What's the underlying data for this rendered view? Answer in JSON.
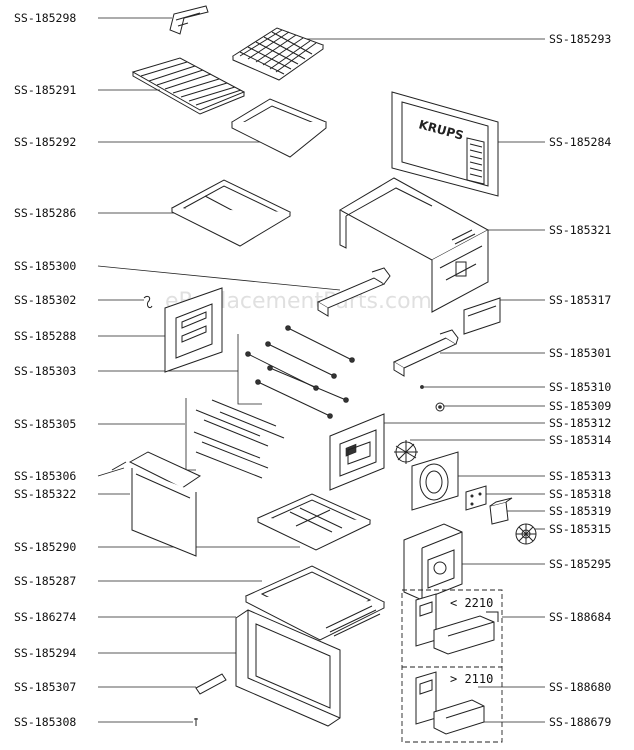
{
  "watermark": "eReplacementParts.com",
  "brand_plate": "KRUPS",
  "variant_labels": [
    "< 2210",
    "> 2110"
  ],
  "part_numbers": {
    "left": [
      "SS-185298",
      "SS-185291",
      "SS-185292",
      "SS-185286",
      "SS-185300",
      "SS-185302",
      "SS-185288",
      "SS-185303",
      "SS-185305",
      "SS-185306",
      "SS-185322",
      "SS-185290",
      "SS-185287",
      "SS-186274",
      "SS-185294",
      "SS-185307",
      "SS-185308"
    ],
    "right": [
      "SS-185293",
      "SS-185284",
      "SS-185321",
      "SS-185317",
      "SS-185301",
      "SS-185310",
      "SS-185309",
      "SS-185312",
      "SS-185314",
      "SS-185313",
      "SS-185318",
      "SS-185319",
      "SS-185315",
      "SS-185295",
      "SS-188684",
      "SS-188680",
      "SS-188679"
    ]
  }
}
